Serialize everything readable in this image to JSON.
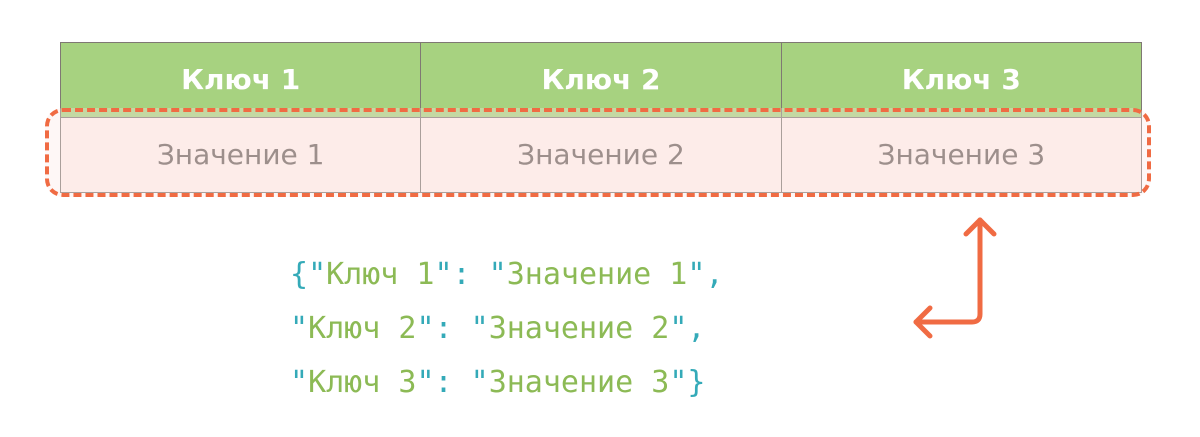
{
  "table": {
    "headers": [
      "Ключ 1",
      "Ключ 2",
      "Ключ 3"
    ],
    "values": [
      "Значение 1",
      "Значение 2",
      "Значение 3"
    ]
  },
  "json_lines": [
    {
      "open": "{",
      "key": "Ключ 1",
      "value": "Значение 1",
      "end": ","
    },
    {
      "open": "",
      "key": "Ключ 2",
      "value": "Значение 2",
      "end": ","
    },
    {
      "open": "",
      "key": "Ключ 3",
      "value": "Значение 3",
      "end": "}"
    }
  ],
  "colors": {
    "header_bg": "#a7d280",
    "row_bg": "#fdeeeb",
    "highlight": "#f06b43",
    "json_text": "#8cba55",
    "json_punct": "#34aab8"
  },
  "icons": [
    "bidirectional-elbow-arrow-icon"
  ]
}
